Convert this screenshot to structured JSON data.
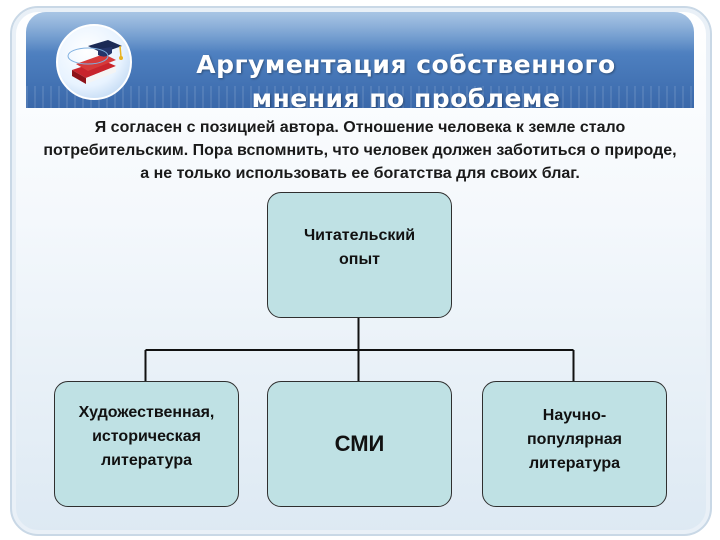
{
  "slide": {
    "title_line1": "Аргументация собственного",
    "title_line2": "мнения по проблеме",
    "statement": "Я согласен с позицией автора. Отношение человека к земле стало потребительским. Пора вспомнить, что человек должен заботиться о природе, а не только использовать ее богатства для своих благ."
  },
  "diagram": {
    "root": "Читательский\nопыт",
    "children": [
      "Художественная,\nисторическая\nлитература",
      "СМИ",
      "Научно-\nпопулярная\nлитература"
    ]
  },
  "colors": {
    "box_fill": "#bfe1e4",
    "header_blue": "#4d7fbf"
  },
  "icons": [
    "graduation-cap-book-logo"
  ]
}
